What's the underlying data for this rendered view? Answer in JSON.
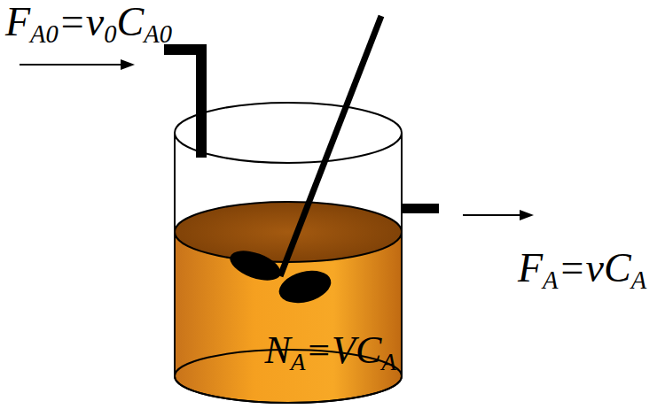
{
  "diagram": {
    "nodes": [
      {
        "text": [
          "NA=VCA"
        ]
      }
    ],
    "labels": [
      "FA0=v0CA0",
      "FA=vCA"
    ]
  }
}
